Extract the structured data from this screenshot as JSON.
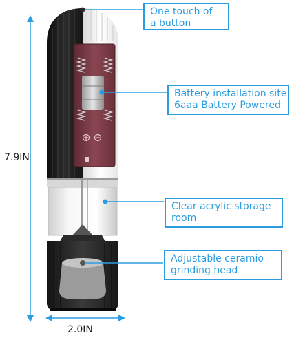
{
  "callouts": {
    "button": {
      "line1": "One touch of",
      "line2": "a button"
    },
    "battery": {
      "line1": "Battery installation site",
      "line2": "6aaa Battery Powered"
    },
    "storage": {
      "line1": "Clear acrylic storage",
      "line2": "room"
    },
    "grinder": {
      "line1": "Adjustable ceramio",
      "line2": "grinding head"
    }
  },
  "dimensions": {
    "height_label": "7.9IN",
    "width_label": "2.0IN"
  },
  "colors": {
    "accent": "#2a9de0",
    "body_dark": "#1b1b1b",
    "body_light": "#f2f2f2",
    "interior": "#7a3a44"
  }
}
